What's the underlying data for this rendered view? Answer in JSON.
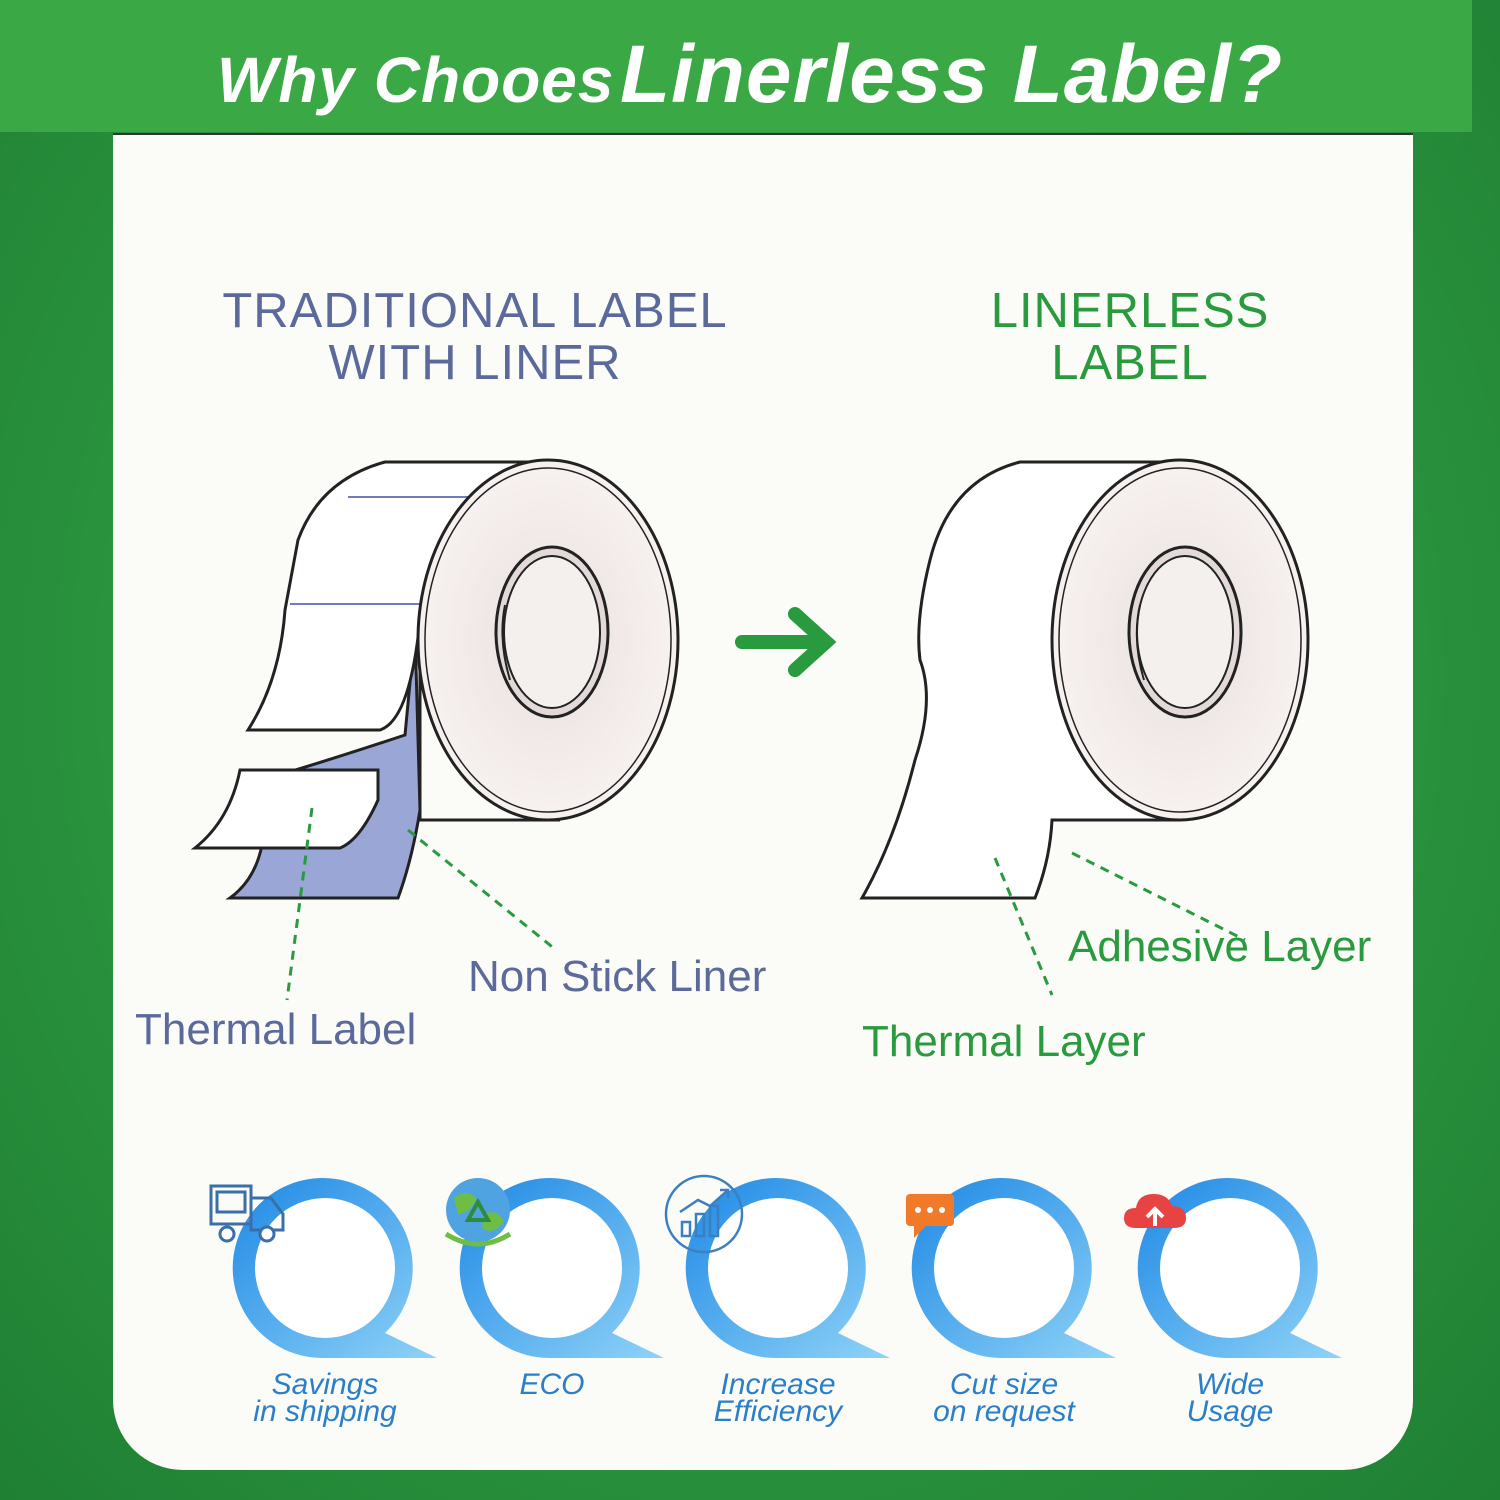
{
  "header": {
    "title_part1": "Why Chooes",
    "title_part2": "Linerless Label?"
  },
  "traditional": {
    "heading": "TRADITIONAL LABEL\nWITH LINER",
    "callout_thermal": "Thermal Label",
    "callout_liner": "Non Stick Liner"
  },
  "linerless": {
    "heading": "LINERLESS\nLABEL",
    "callout_adhesive": "Adhesive Layer",
    "callout_thermal": "Thermal Layer"
  },
  "features": [
    {
      "label": "Savings\nin shipping",
      "icon": "truck-icon"
    },
    {
      "label": "ECO",
      "icon": "recycle-globe-icon"
    },
    {
      "label": "Increase\nEfficiency",
      "icon": "bar-chart-icon"
    },
    {
      "label": "Cut size\non request",
      "icon": "chat-bubble-icon"
    },
    {
      "label": "Wide\nUsage",
      "icon": "cloud-upload-icon"
    }
  ],
  "colors": {
    "background_green": "#2c9a40",
    "header_green": "#3aa845",
    "traditional_blue": "#5b6a9a",
    "linerless_green": "#2a9a3e",
    "liner_fill": "#9aa6d6",
    "feature_blue": "#2a7fc8"
  }
}
